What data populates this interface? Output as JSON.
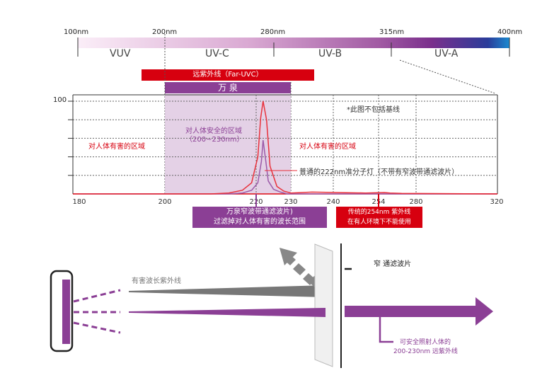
{
  "spectrum": {
    "nm_labels": [
      "100nm",
      "200nm",
      "280nm",
      "315nm",
      "400nm"
    ],
    "bands": [
      "VUV",
      "UV-C",
      "UV-B",
      "UV-A"
    ],
    "far_uvc_label": "远紫外线（Far-UVC）",
    "brand_label": "万 泉",
    "colors": {
      "far_uvc": "#d7000f",
      "brand": "#8b3f95"
    }
  },
  "chart_data": {
    "type": "line",
    "xlabel": "",
    "ylabel": "",
    "x_ticks": [
      "180",
      "200",
      "220",
      "230",
      "240",
      "254",
      "280",
      "320"
    ],
    "y_tick_label": "100",
    "ylim": [
      0,
      100
    ],
    "grid": true,
    "series": [
      {
        "name": "普通的222nm准分子灯（不带有窄波带通滤波片）",
        "color": "#e8313b",
        "x": [
          180,
          210,
          214,
          217,
          219,
          220.5,
          221.3,
          222,
          223,
          224,
          226,
          228,
          230,
          235,
          250,
          258,
          262,
          270,
          320
        ],
        "y": [
          0,
          0,
          1,
          4,
          12,
          40,
          82,
          100,
          80,
          30,
          8,
          3,
          1,
          2,
          1,
          1.5,
          1,
          0.5,
          0
        ]
      },
      {
        "name": "万泉窄波带通滤波片",
        "color": "#9b5aa8",
        "x": [
          180,
          214,
          217,
          219,
          220.5,
          221.5,
          222,
          222.8,
          223.5,
          225,
          227,
          229,
          320
        ],
        "y": [
          0,
          0,
          1,
          4,
          12,
          35,
          58,
          35,
          14,
          5,
          2,
          0,
          0
        ]
      }
    ],
    "annotations": {
      "note": "*此图不包括基线",
      "safe_zone": "对人体安全的区域",
      "safe_range": "（200~230nm）",
      "harmful_left": "对人体有害的区域",
      "harmful_right": "对人体有害的区域",
      "lamp_label": "普通的222nm准分子灯（不带有窄波带通滤波片）"
    },
    "callouts": {
      "filter_line1": "万泉窄波带通滤波片)",
      "filter_line2": "过滤掉对人体有害的波长范围",
      "uv254_line1": "传统的254nm 紫外线",
      "uv254_line2": "在有人环境下不能使用"
    }
  },
  "filter_diagram": {
    "harmful_label": "有害波长紫外线",
    "filter_label": "窄 通滤波片",
    "safe_line1": "可安全照射人体的",
    "safe_line2": "200-230nm 远紫外线"
  }
}
